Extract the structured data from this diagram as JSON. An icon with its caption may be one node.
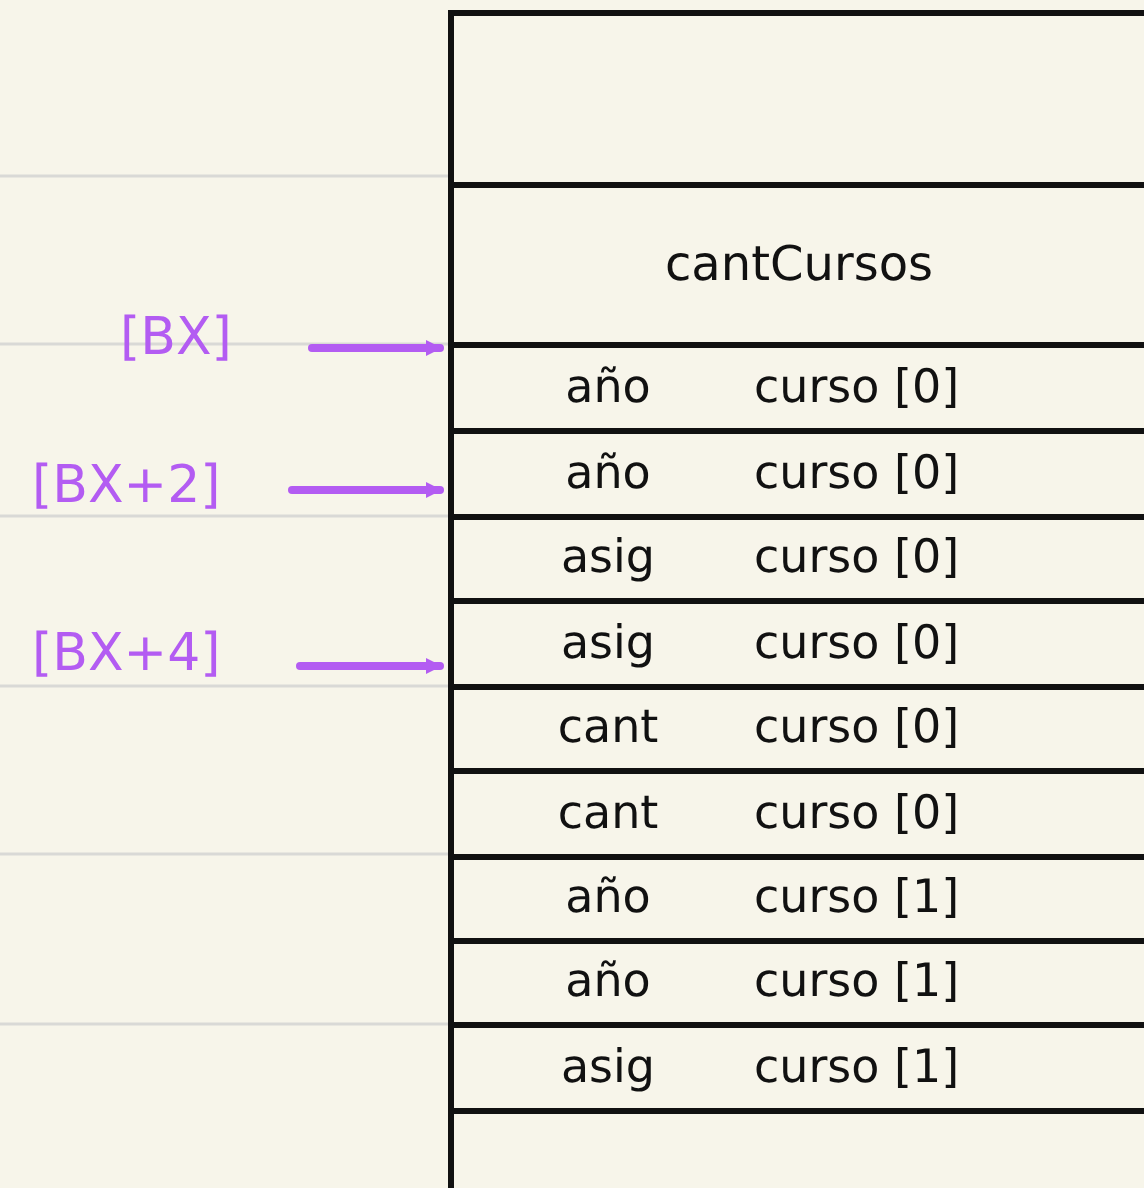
{
  "diagram": {
    "nodes": [
      {
        "text": [],
        "shape": "box"
      },
      {
        "text": [
          "cantCursos"
        ]
      },
      {
        "text": [
          "año",
          "curso [0]"
        ]
      },
      {
        "text": [
          "año",
          "curso [0]"
        ]
      },
      {
        "text": [
          "asig",
          "curso [0]"
        ]
      },
      {
        "text": [
          "asig",
          "curso [0]"
        ]
      },
      {
        "text": [
          "cant",
          "curso [0]"
        ]
      },
      {
        "text": [
          "cant",
          "curso [0]"
        ]
      },
      {
        "text": [
          "año",
          "curso [1]"
        ]
      },
      {
        "text": [
          "año",
          "curso [1]"
        ]
      },
      {
        "text": [
          "asig",
          "curso [1]"
        ]
      },
      {
        "text": [],
        "shape": "box"
      },
      {
        "text": [
          "[BX]"
        ]
      },
      {
        "text": [
          "[BX+2]"
        ]
      },
      {
        "text": [
          "[BX+4]"
        ]
      }
    ],
    "edges": [
      {
        "from": 12,
        "to": 2,
        "arrow": "to"
      },
      {
        "from": 13,
        "to": 3,
        "arrow": "to"
      },
      {
        "from": 14,
        "to": 5,
        "arrow": "to"
      }
    ]
  }
}
